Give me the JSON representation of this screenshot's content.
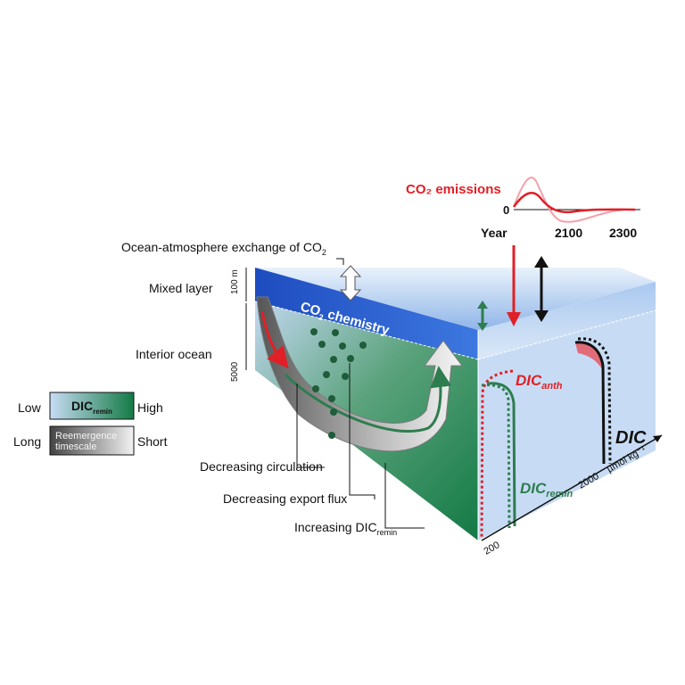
{
  "emissions": {
    "title": "CO₂ emissions",
    "zero": "0",
    "x_start": "Year",
    "x_mid": "2100",
    "x_end": "2300"
  },
  "labels": {
    "exchange": "Ocean-atmosphere exchange of CO",
    "exchange_sub": "2",
    "mixed_layer": "Mixed layer",
    "interior_ocean": "Interior ocean",
    "depth_top": "100 m",
    "depth_bottom": "5000",
    "co2_chem_main": "CO",
    "co2_chem_sub": "2",
    "co2_chem_rest": " chemistry",
    "decreasing_circulation": "Decreasing circulation",
    "decreasing_export": "Decreasing export flux",
    "increasing_dic": "Increasing DIC",
    "increasing_dic_sub": "remin"
  },
  "legend": {
    "low": "Low",
    "high": "High",
    "dic_main": "DIC",
    "dic_sub": "remin",
    "long": "Long",
    "short": "Short",
    "reemergence_line1": "Reemergence",
    "reemergence_line2": "timescale"
  },
  "profile": {
    "dic_anth_main": "DIC",
    "dic_anth_sub": "anth",
    "dic_remin_main": "DIC",
    "dic_remin_sub": "remin",
    "dic": "DIC",
    "axis_200": "200",
    "axis_2000": "2000",
    "unit": "µmol kg⁻¹"
  },
  "colors": {
    "red": "#e11f26",
    "green": "#2e7d4f",
    "blue_surface": "#1f4fc2",
    "light_blue": "#c7dcf4",
    "dark_green": "#137a45"
  }
}
